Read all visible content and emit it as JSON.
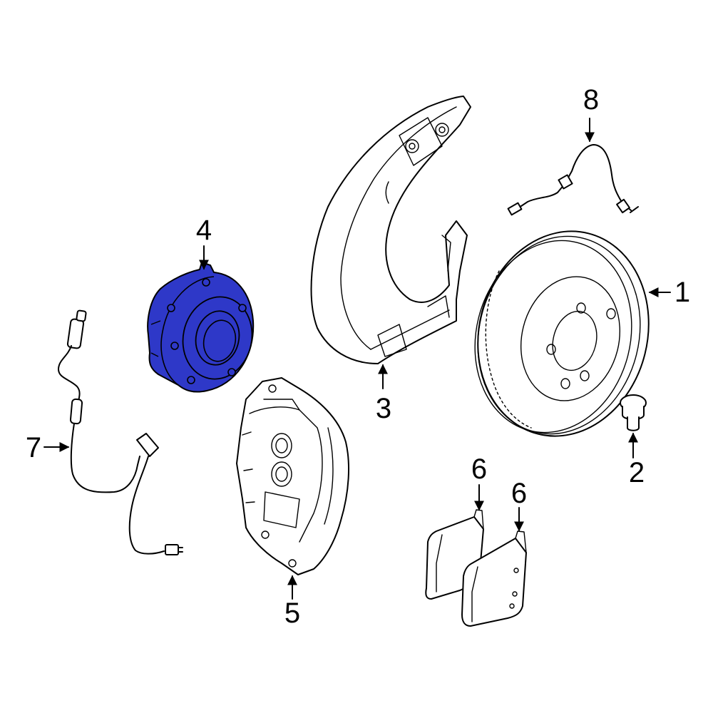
{
  "highlight_color": "#2e38c8",
  "line_color": "#000000",
  "background_color": "#ffffff",
  "callouts": {
    "c1": "1",
    "c2": "2",
    "c3": "3",
    "c4": "4",
    "c5": "5",
    "c6a": "6",
    "c6b": "6",
    "c7": "7",
    "c8": "8"
  },
  "parts": [
    {
      "id": "brake-rotor",
      "callout": "1",
      "highlighted": false
    },
    {
      "id": "rotor-bolt",
      "callout": "2",
      "highlighted": false
    },
    {
      "id": "splash-shield",
      "callout": "3",
      "highlighted": false
    },
    {
      "id": "wheel-hub-assembly",
      "callout": "4",
      "highlighted": true
    },
    {
      "id": "brake-caliper",
      "callout": "5",
      "highlighted": false
    },
    {
      "id": "brake-pad",
      "callout": "6",
      "highlighted": false
    },
    {
      "id": "pad-wear-sensor-front",
      "callout": "7",
      "highlighted": false
    },
    {
      "id": "abs-sensor-wire",
      "callout": "8",
      "highlighted": false
    }
  ]
}
